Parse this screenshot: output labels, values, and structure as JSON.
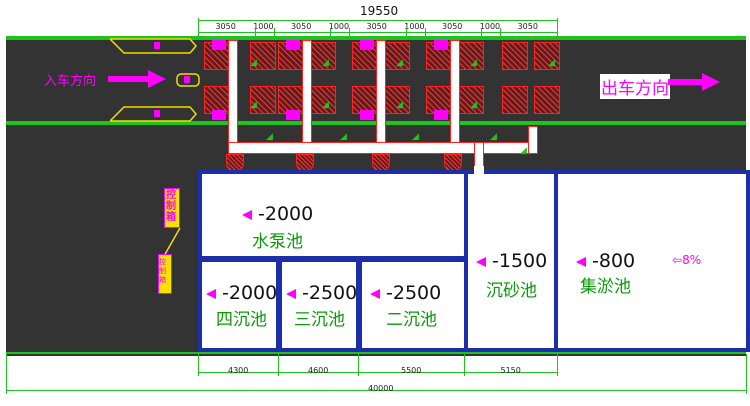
{
  "dimensions": {
    "total_top": "19550",
    "top_segments": [
      "3050",
      "1000",
      "3050",
      "1000",
      "3050",
      "1000",
      "3050",
      "1000",
      "3050"
    ],
    "bottom_segments": [
      "4300",
      "4600",
      "5500",
      "5150"
    ],
    "total_bottom": "40000"
  },
  "directions": {
    "entry": "入车方向",
    "exit": "出车方向"
  },
  "control_room": "控制箱",
  "control_note": "控制箱",
  "tanks": {
    "pump": {
      "elevation": "-2000",
      "name": "水泵池"
    },
    "fourth": {
      "elevation": "-2000",
      "name": "四沉池"
    },
    "third": {
      "elevation": "-2500",
      "name": "三沉池"
    },
    "second": {
      "elevation": "-2500",
      "name": "二沉池"
    },
    "grit": {
      "elevation": "-1500",
      "name": "沉砂池"
    },
    "silt": {
      "elevation": "-800",
      "name": "集淤池"
    }
  },
  "slope": "8%",
  "colors": {
    "road": "#333333",
    "wall": "#1c2fa8",
    "dim_line": "#1ec31e",
    "arrow": "#ff00ff",
    "grate": "#ff2020"
  }
}
